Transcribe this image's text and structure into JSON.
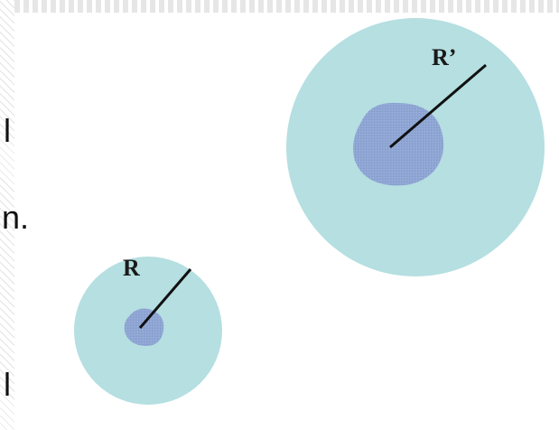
{
  "left_column_fragments": [
    "l",
    "n.",
    "l"
  ],
  "labels": {
    "large_radius": "R’",
    "small_radius": "R"
  },
  "colors": {
    "outer_disc": "#b5dfe1",
    "inner_core": "#8fa6d4",
    "radius_line": "#111111"
  }
}
